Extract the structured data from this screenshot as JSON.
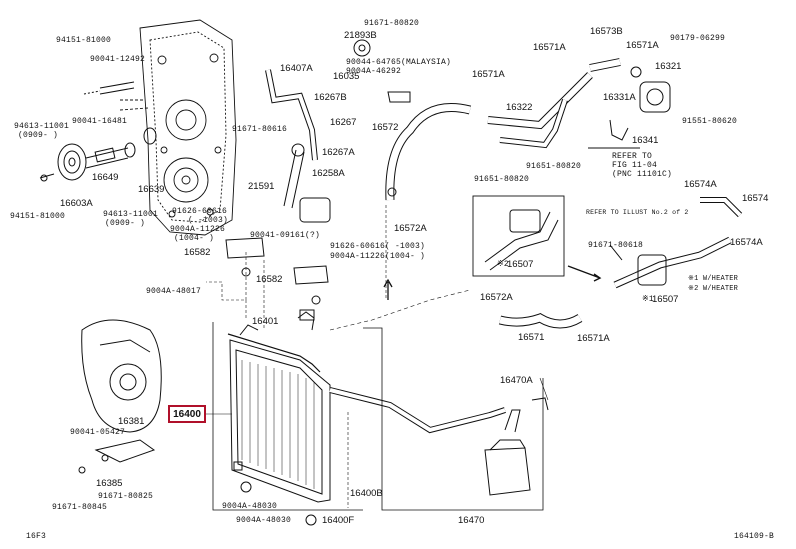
{
  "diagram": {
    "highlighted_part": "16400",
    "highlight_color": "#b0102a",
    "footer_left": "16F3",
    "footer_right": "164109-B",
    "labels": {
      "l1": "94151-81000",
      "l2": "90041-12492",
      "l3": "94613-11001",
      "l4": "(0909- )",
      "l5": "90041-16481",
      "l6": "16649",
      "l7": "16603A",
      "l8": "94151-81000",
      "l9": "16639",
      "l10": "94613-11001",
      "l11": "(0909- )",
      "l12": "91626-60616",
      "l13": "( -1003)",
      "l14": "9004A-11226",
      "l15": "(1004- )",
      "l16": "16582",
      "l17": "16582",
      "l18": "9004A-48017",
      "l19": "21893B",
      "l20": "91671-80820",
      "l21": "90044-64765(MALAYSIA)",
      "l22": "9004A-46292",
      "l23": "16407A",
      "l24": "16035",
      "l25": "16267B",
      "l26": "91671-80616",
      "l27": "16267",
      "l28": "16267A",
      "l29": "21591",
      "l30": "16258A",
      "l31": "90041-09161(?)",
      "l32": "91626-60616( -1003)",
      "l33": "9004A-11226(1004- )",
      "l34": "16401",
      "l35": "16400",
      "l36": "16381",
      "l37": "90041-05427",
      "l38": "16385",
      "l39": "91671-80825",
      "l40": "91671-80845",
      "l41": "9004A-48030",
      "l42": "9004A-48030",
      "l43": "16400F",
      "l44": "16400B",
      "l45": "16470",
      "l46": "16470A",
      "l47": "16572",
      "l48": "16572A",
      "l49": "16571A",
      "l50": "16573B",
      "l51": "16571A",
      "l52": "90179-06299",
      "l53": "16571A",
      "l54": "16322",
      "l55": "16321",
      "l56": "16331A",
      "l57": "91651-80820",
      "l58": "91651-80820",
      "l59": "91551-80620",
      "l60": "16341",
      "l61": "REFER TO",
      "l62": "FIG 11-04",
      "l63": "(PNC 11101C)",
      "l64": "16574A",
      "l65": "16574",
      "l66": "REFER TO ILLUST No.2 of 2",
      "l67": "91671-80618",
      "l68": "16574A",
      "l69": "16507",
      "l70": "16507",
      "l71": "※1 W/HEATER",
      "l72": "※2 W/HEATER",
      "l73": "16572A",
      "l74": "16571",
      "l75": "16571A",
      "l76": "※2",
      "l77": "※1"
    }
  }
}
